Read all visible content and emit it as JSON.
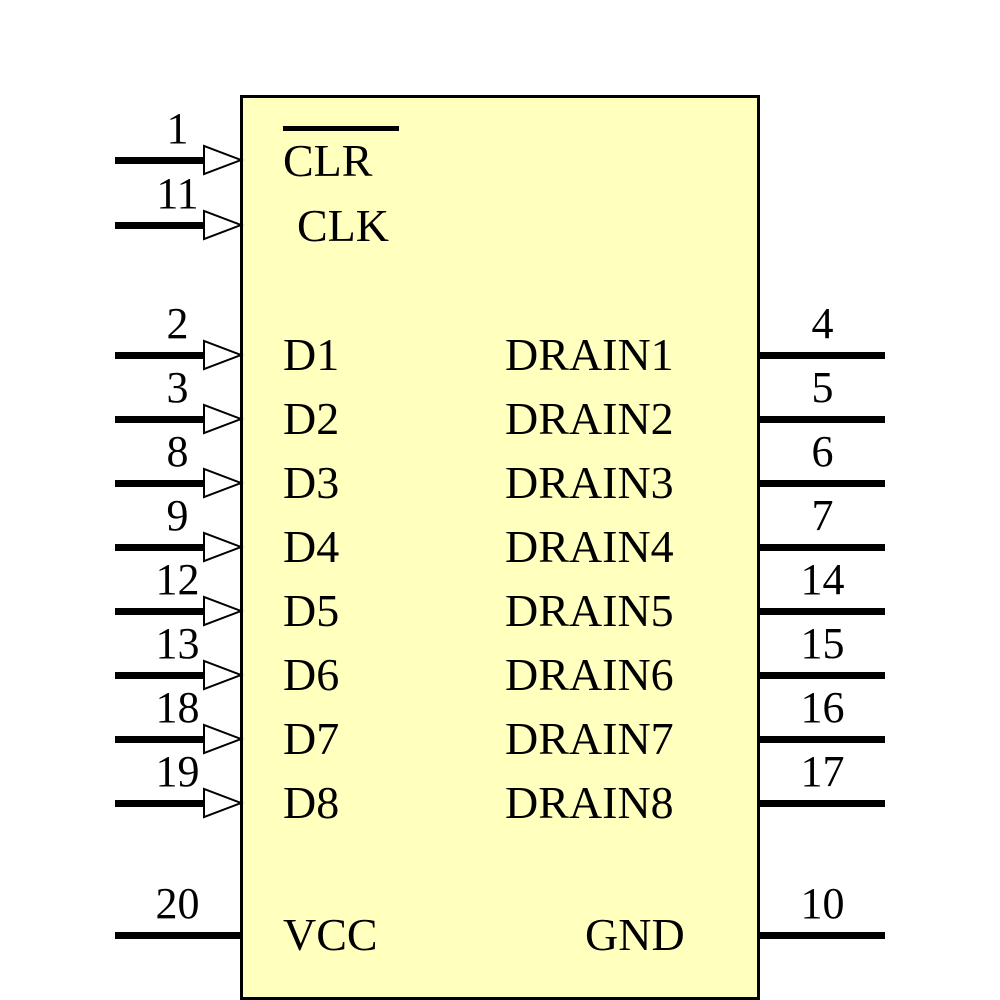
{
  "colors": {
    "body_fill": "#FFFFBE",
    "outline": "#000000"
  },
  "pins": {
    "clr": {
      "number": "1",
      "label": "CLR"
    },
    "clk": {
      "number": "11",
      "label": "CLK"
    },
    "data_inputs": [
      {
        "number": "2",
        "label": "D1"
      },
      {
        "number": "3",
        "label": "D2"
      },
      {
        "number": "8",
        "label": "D3"
      },
      {
        "number": "9",
        "label": "D4"
      },
      {
        "number": "12",
        "label": "D5"
      },
      {
        "number": "13",
        "label": "D6"
      },
      {
        "number": "18",
        "label": "D7"
      },
      {
        "number": "19",
        "label": "D8"
      }
    ],
    "drain_outputs": [
      {
        "number": "4",
        "label": "DRAIN1"
      },
      {
        "number": "5",
        "label": "DRAIN2"
      },
      {
        "number": "6",
        "label": "DRAIN3"
      },
      {
        "number": "7",
        "label": "DRAIN4"
      },
      {
        "number": "14",
        "label": "DRAIN5"
      },
      {
        "number": "15",
        "label": "DRAIN6"
      },
      {
        "number": "16",
        "label": "DRAIN7"
      },
      {
        "number": "17",
        "label": "DRAIN8"
      }
    ],
    "vcc": {
      "number": "20",
      "label": "VCC"
    },
    "gnd": {
      "number": "10",
      "label": "GND"
    }
  }
}
